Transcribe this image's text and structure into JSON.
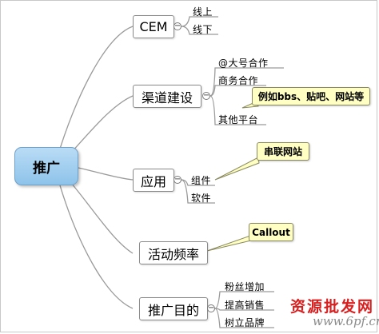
{
  "central_topic": "推广",
  "branches": [
    {
      "label": "CEM",
      "children": [
        "线上",
        "线下"
      ]
    },
    {
      "label": "渠道建设",
      "children": [
        "@大号合作",
        "商务合作",
        "其他平台"
      ],
      "callout": "例如bbs、贴吧、网站等"
    },
    {
      "label": "应用",
      "children": [
        "组件",
        "软件"
      ],
      "callout": "串联网站"
    },
    {
      "label": "活动频率",
      "children": [],
      "callout": "Callout"
    },
    {
      "label": "推广目的",
      "children": [
        "粉丝增加",
        "提高销售",
        "树立品牌"
      ]
    }
  ],
  "collapse_symbol": "−",
  "watermark": {
    "text": "资源批发网",
    "url": "www.6pf.cn"
  },
  "colors": {
    "central_fill": "#a6d0f0",
    "callout_fill": "#ffffc4",
    "branch_line": "#9a9a9a",
    "watermark": "#d71f1f"
  }
}
